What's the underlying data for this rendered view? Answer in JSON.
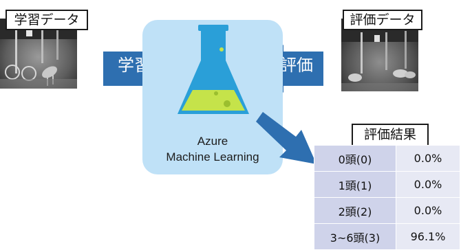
{
  "labels": {
    "training_data": "学習データ",
    "evaluation_data": "評価データ",
    "train_arrow": "学習",
    "eval_arrow": "評価",
    "service_line1": "Azure",
    "service_line2": "Machine Learning",
    "results_title": "評価結果"
  },
  "results": [
    {
      "count": "0頭(0)",
      "value": "0.0%"
    },
    {
      "count": "1頭(1)",
      "value": "0.0%"
    },
    {
      "count": "2頭(2)",
      "value": "0.0%"
    },
    {
      "count": "3~6頭(3)",
      "value": "96.1%"
    }
  ],
  "colors": {
    "arrow_blue": "#2e6fb0",
    "panel_bg": "#bfe1f7",
    "flask_blue": "#2a9fd8",
    "liquid_green": "#c5e34a",
    "table_col1": "#cfd3ea",
    "table_col2": "#e7e9f4"
  }
}
